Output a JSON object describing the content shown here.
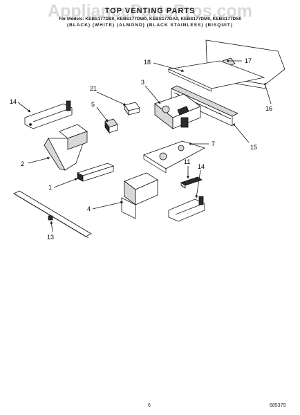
{
  "header": {
    "title": "TOP VENTING PARTS",
    "for_models": "For Models: KEBS177DB0, KEBS177DW0, KEBS177DA0, KEBS177DM0, KEBS177DS0",
    "colors": "(BLACK)      (WHITE)      (ALMOND)   (BLACK STAINLESS) (BISQUIT)"
  },
  "watermark": "AppliancePartsPros.com",
  "callouts": {
    "c1": "1",
    "c2": "2",
    "c3": "3",
    "c4": "4",
    "c5": "5",
    "c7": "7",
    "c11": "11",
    "c13": "13",
    "c14a": "14",
    "c14b": "14",
    "c15": "15",
    "c16": "16",
    "c17": "17",
    "c18": "18",
    "c21": "21"
  },
  "footer": {
    "page": "6",
    "doc": "685379"
  }
}
